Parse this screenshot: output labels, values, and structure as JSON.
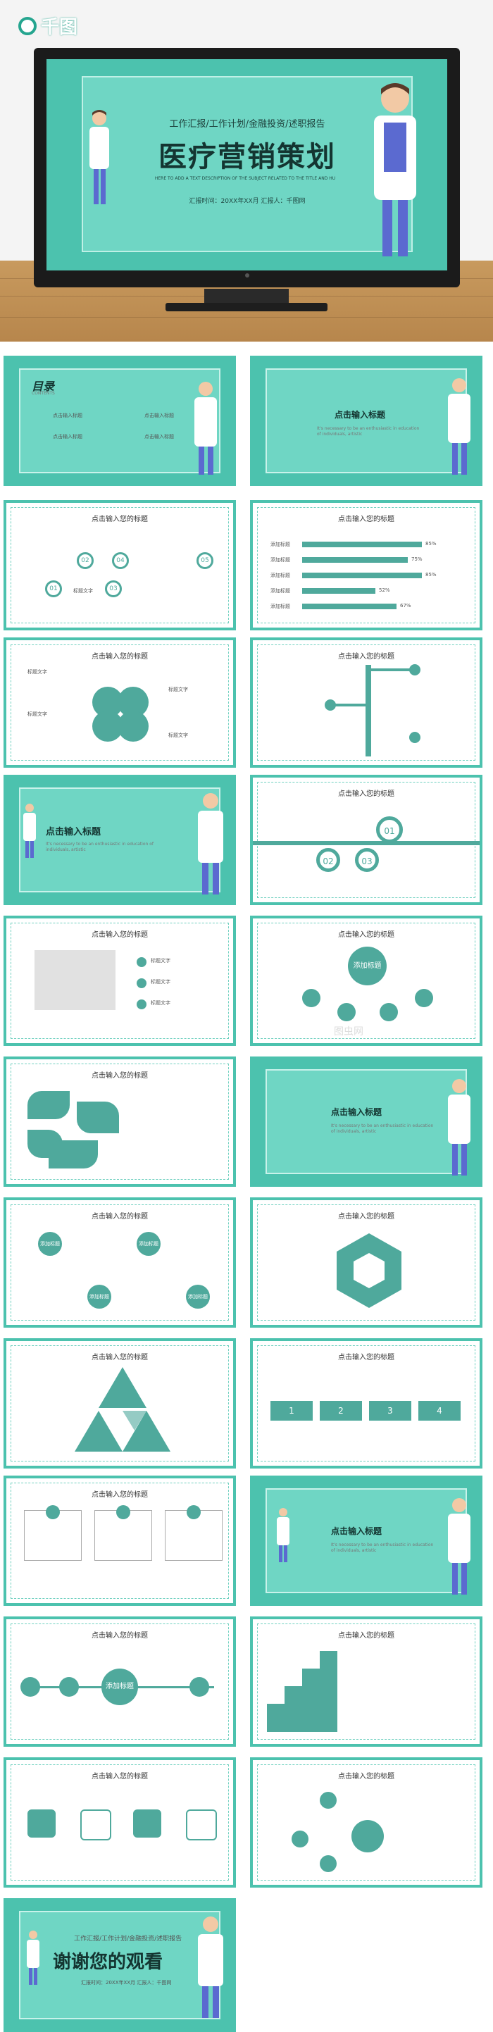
{
  "brand": {
    "logo_text": "千图",
    "accent": "#4cc2ae",
    "dark_accent": "#4fa99c"
  },
  "hero": {
    "subtitle": "工作汇报/工作计划/金融投资/述职报告",
    "title": "医疗营销策划",
    "small_text": "HERE TO ADD A TEXT DESCRIPTION OF THE SUBJECT RELATED TO THE TITLE AND HU",
    "meta": "汇报时间：20XX年XX月   汇报人：千图网"
  },
  "slides": {
    "toc_title": "目录",
    "toc_sub": "CONTENTS",
    "toc_items": [
      "点击输入标题",
      "点击输入标题",
      "点击输入标题",
      "点击输入标题"
    ],
    "section_title": "点击输入标题",
    "section_desc": "It's necessary to be an enthusiastic in education of individuals, artistic",
    "content_title": "点击输入您的标题",
    "num_01": "01",
    "num_02": "02",
    "num_03": "03",
    "num_04": "04",
    "num_05": "05",
    "placeholder_label": "标题文字",
    "input_label": "添加标题",
    "percent_values": [
      "85%",
      "75%",
      "85%",
      "52%",
      "67%"
    ],
    "bar_fractions": [
      0.85,
      0.75,
      0.85,
      0.52,
      0.67
    ],
    "step_nums": [
      "1",
      "2",
      "3",
      "4"
    ],
    "thanks_sub": "工作汇报/工作计划/金融投资/述职报告",
    "thanks_title": "谢谢您的观看",
    "thanks_meta": "汇报时间：20XX年XX月   汇报人：千图网",
    "watermark": "图虫网"
  }
}
